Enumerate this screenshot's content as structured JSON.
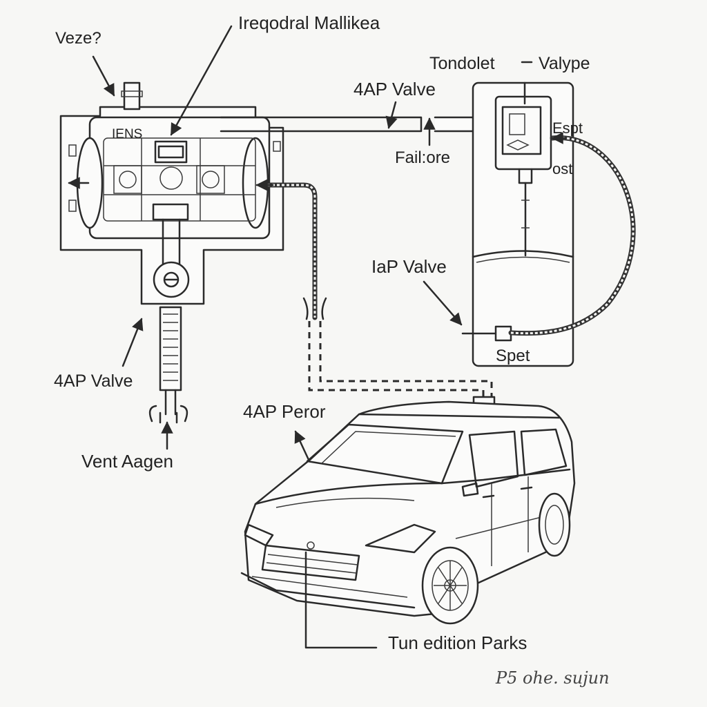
{
  "labels": {
    "veze": "Veze?",
    "intake_title": "Irеqodral Mallikea",
    "iens": "IENS",
    "top_valve": "4AP Valve",
    "failure": "Fail:ore",
    "tondolet": "Tondolet",
    "valype": "Valype",
    "espt": "Espt",
    "ost": "ost",
    "iap_valve": "IaP Valve",
    "spet": "Spet",
    "left_valve": "4AP Valve",
    "vent_aagen": "Vent Aagen",
    "peror": "4AP Peror",
    "bottom_caption": "Tun edition Parks",
    "signature": "P5 ohe. sujun"
  }
}
